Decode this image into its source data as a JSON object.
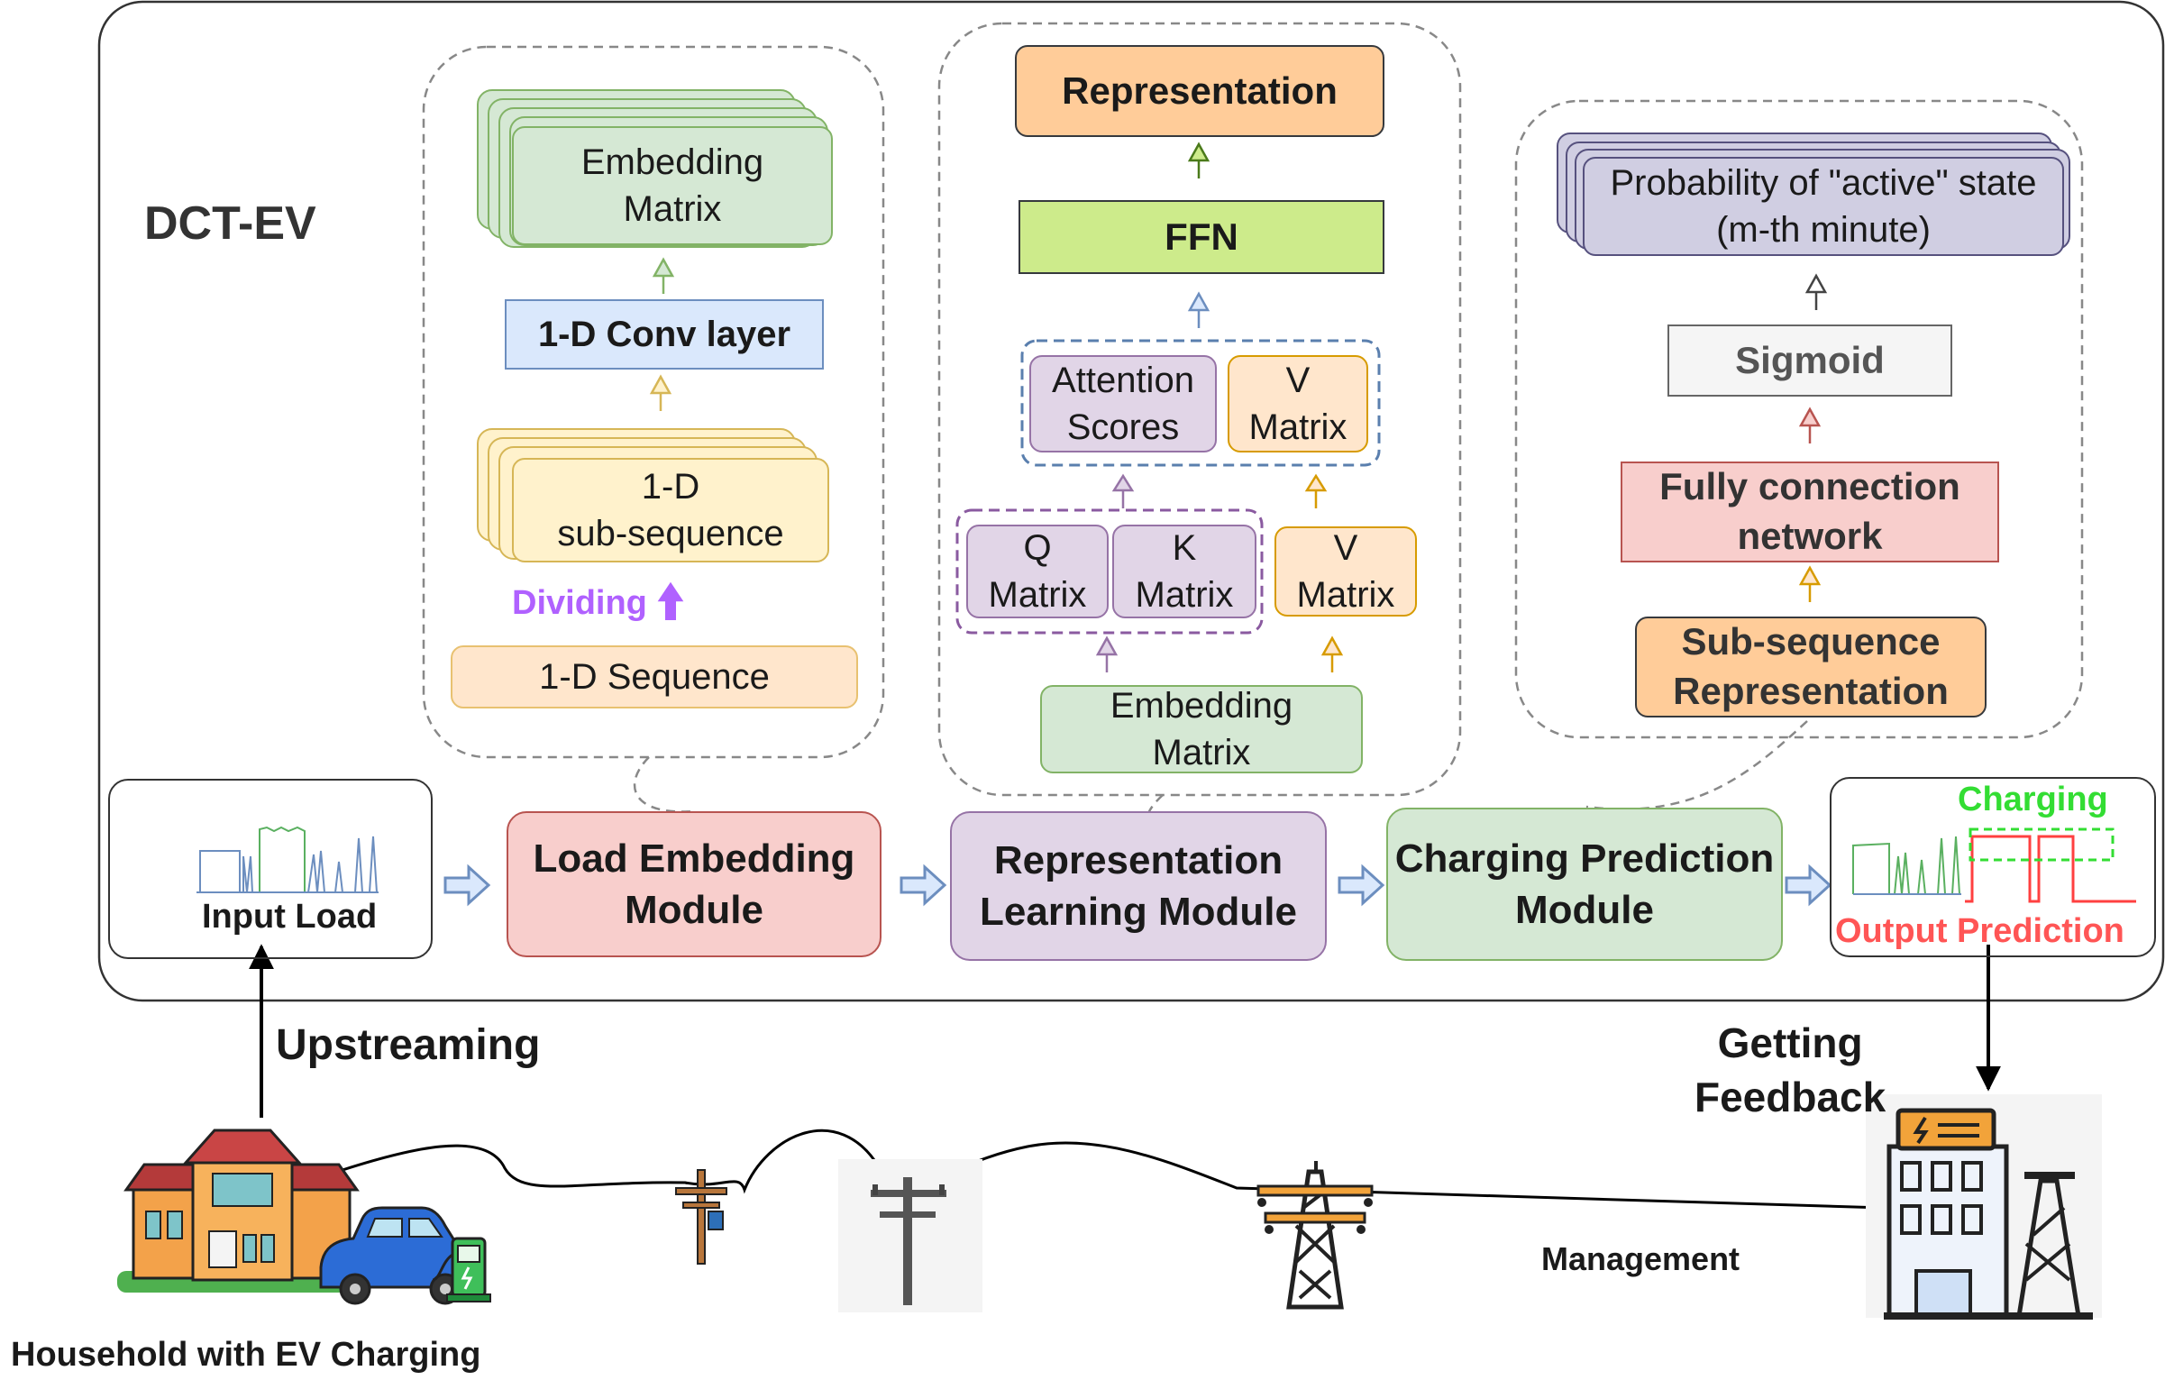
{
  "system": {
    "title": "DCT-EV"
  },
  "embedding_panel": {
    "embedding_matrix": [
      "Embedding",
      "Matrix"
    ],
    "conv_layer": "1-D Conv layer",
    "sub_sequence": [
      "1-D",
      "sub-sequence"
    ],
    "dividing": "Dividing",
    "sequence": "1-D Sequence"
  },
  "attention_panel": {
    "representation": "Representation",
    "ffn": "FFN",
    "attention_scores": [
      "Attention",
      "Scores"
    ],
    "v_matrix_top": [
      "V",
      "Matrix"
    ],
    "q_matrix": [
      "Q",
      "Matrix"
    ],
    "k_matrix": [
      "K",
      "Matrix"
    ],
    "v_matrix_bottom": [
      "V",
      "Matrix"
    ],
    "embedding_matrix": [
      "Embedding",
      "Matrix"
    ]
  },
  "prediction_panel": {
    "probability": [
      "Probability of \"active\" state",
      "(m-th minute)"
    ],
    "sigmoid": "Sigmoid",
    "fc_network": [
      "Fully connection",
      "network"
    ],
    "sub_representation": [
      "Sub-sequence",
      "Representation"
    ]
  },
  "pipeline": {
    "input_load": "Input Load",
    "load_embedding": [
      "Load Embedding",
      "Module"
    ],
    "representation_learning": [
      "Representation",
      "Learning Module"
    ],
    "charging_prediction": [
      "Charging Prediction",
      "Module"
    ],
    "charging": "Charging",
    "output_prediction": "Output Prediction"
  },
  "bottom": {
    "upstreaming": "Upstreaming",
    "getting_feedback": [
      "Getting",
      "Feedback"
    ],
    "management": "Management",
    "household": "Household with EV Charging"
  },
  "colors": {
    "green_fill": "#d5e8d4",
    "green_stroke": "#82b366",
    "blue_fill": "#dae8fc",
    "blue_stroke": "#6c8ebf",
    "orange_fill": "#ffe6cc",
    "orange_stroke": "#d79b00",
    "yellow_fill": "#fff2cc",
    "yellow_stroke": "#d6b656",
    "purple_fill": "#e1d5e7",
    "purple_stroke": "#9673a6",
    "red_fill": "#f8cecc",
    "red_stroke": "#b85450",
    "gray_fill": "#f5f5f5",
    "gray_stroke": "#666666",
    "lime_fill": "#cdeb8b",
    "lavender_fill": "#d0cee2",
    "peach_fill": "#ffcc99",
    "dividing_purple": "#b061ff",
    "charging_green": "#33dd33",
    "output_red": "#ff5555"
  },
  "icons": [
    "house-icon",
    "ev-car-icon",
    "charging-station-icon",
    "utility-pole-icon",
    "power-pole-icon",
    "transmission-tower-icon",
    "power-plant-icon"
  ]
}
